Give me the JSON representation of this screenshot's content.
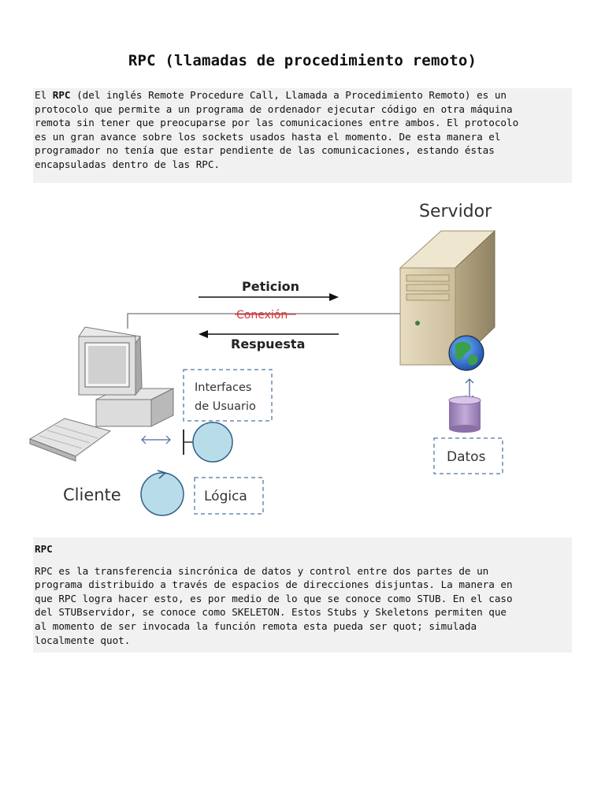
{
  "document": {
    "title": "RPC (llamadas de procedimiento remoto)",
    "intro": {
      "prefix": "El ",
      "bold": "RPC",
      "line1_rest": " (del inglés Remote Procedure Call, Llamada a Procedimiento Remoto) es un",
      "line2": "protocolo que permite a un programa de ordenador ejecutar código en otra máquina",
      "line3": "remota sin tener que preocuparse por las comunicaciones entre ambos. El protocolo",
      "line4": "es un gran avance sobre los sockets usados hasta el momento. De esta manera el",
      "line5": "programador no tenía que estar pendiente de las comunicaciones, estando éstas",
      "line6": "encapsuladas dentro de las RPC."
    },
    "section": {
      "heading": "RPC",
      "line1": "RPC es la transferencia sincrónica de datos y control entre dos partes de un",
      "line2": "programa distribuido a través de espacios de direcciones disjuntas. La manera en",
      "line3": "que RPC logra hacer esto, es por medio de lo que se conoce como STUB. En el caso",
      "line4": "del STUBservidor, se conoce como SKELETON. Estos Stubs y Skeletons permiten que",
      "line5": "al momento de ser invocada la función remota esta pueda ser quot; simulada",
      "line6": "localmente quot."
    }
  },
  "diagram": {
    "server_label": "Servidor",
    "request_label": "Peticion",
    "connection_label": "Conexión",
    "response_label": "Respuesta",
    "ui_label_line1": "Interfaces",
    "ui_label_line2": "de Usuario",
    "data_label": "Datos",
    "client_label": "Cliente",
    "logic_label": "Lógica",
    "colors": {
      "connection_text": "#d9343a",
      "dashed_box": "#6a8bb0",
      "circle_fill": "#b9dde8",
      "cylinder": "#a98ec4"
    }
  }
}
